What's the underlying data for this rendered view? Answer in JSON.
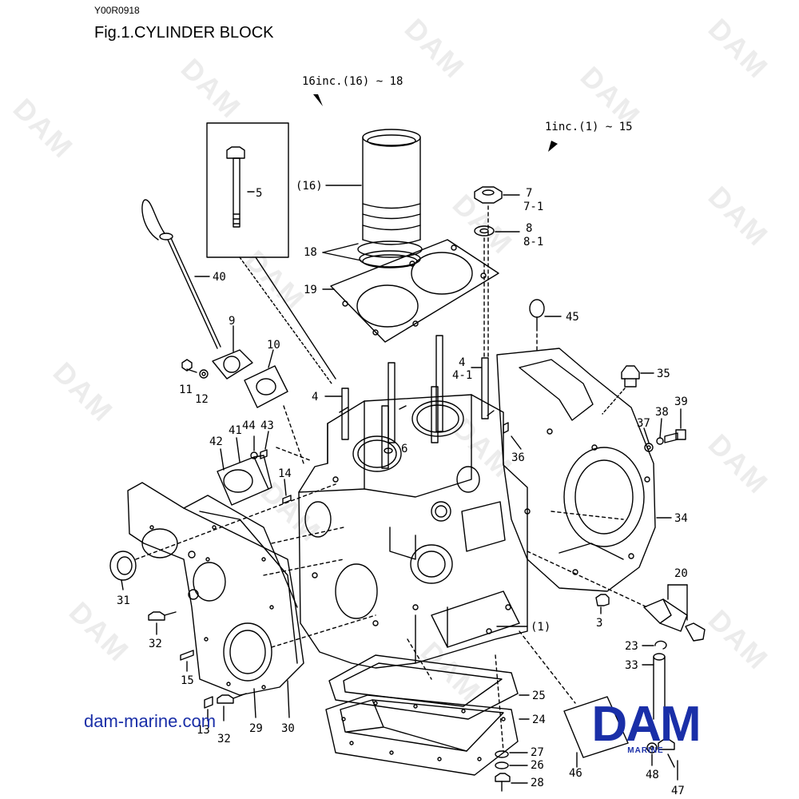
{
  "header": {
    "code": "Y00R0918",
    "title": "Fig.1.CYLINDER BLOCK"
  },
  "groups": {
    "liner_group": "16inc.(16) ~ 18",
    "block_group": "1inc.(1) ~ 15"
  },
  "labels": {
    "p5": "5",
    "p16": "(16)",
    "p18": "18",
    "p19": "19",
    "p40": "40",
    "p9": "9",
    "p10": "10",
    "p11": "11",
    "p12": "12",
    "p7": "7",
    "p7_1": "7-1",
    "p8": "8",
    "p8_1": "8-1",
    "p45": "45",
    "p4a": "4",
    "p4b": "4",
    "p4_1": "4-1",
    "p35": "35",
    "p37": "37",
    "p38": "38",
    "p39": "39",
    "p42": "42",
    "p41": "41",
    "p44": "44",
    "p43": "43",
    "p14": "14",
    "p6": "6",
    "p36": "36",
    "p34": "34",
    "p31": "31",
    "p20": "20",
    "p3": "3",
    "p1": "(1)",
    "p32a": "32",
    "p23": "23",
    "p33": "33",
    "p15": "15",
    "p25": "25",
    "p24": "24",
    "p27": "27",
    "p26": "26",
    "p28": "28",
    "p13": "13",
    "p32b": "32",
    "p29": "29",
    "p30": "30",
    "p46": "46",
    "p48": "48",
    "p47": "47"
  },
  "watermark": "DAM",
  "footer": {
    "website": "dam-marine.com",
    "logo": "DAM",
    "logo_sub": "MARINE"
  }
}
